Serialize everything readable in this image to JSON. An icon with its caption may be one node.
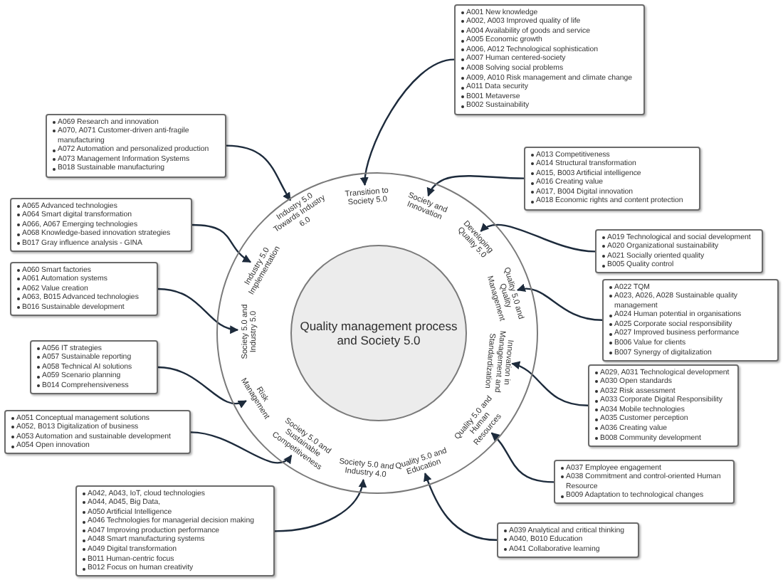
{
  "diagram": {
    "nodes": [
      {
        "text": [],
        "shape": "circle"
      },
      {
        "text": [
          "Quality management process and Society 5.0"
        ],
        "in": 0
      },
      {
        "text": [
          "Transition to Society 5.0"
        ],
        "in": 0
      },
      {
        "text": [
          "Society and Innovation"
        ],
        "in": 0
      },
      {
        "text": [
          "Developing Quality 5.0"
        ],
        "in": 0
      },
      {
        "text": [
          "Quality 5.0 and Quality Management"
        ],
        "in": 0
      },
      {
        "text": [
          "Innovation in Management and Standardization"
        ],
        "in": 0
      },
      {
        "text": [
          "Quality 5.0 and Human Resources"
        ],
        "in": 0
      },
      {
        "text": [
          "Quality 5.0 and Education"
        ],
        "in": 0
      },
      {
        "text": [
          "Society 5.0 and Industry 4.0"
        ],
        "in": 0
      },
      {
        "text": [
          "Society 5.0 and Sustainable Competitiveness"
        ],
        "in": 0
      },
      {
        "text": [
          "Risk Management"
        ],
        "in": 0
      },
      {
        "text": [
          "Society 5.0 and Industry 5.0"
        ],
        "in": 0
      },
      {
        "text": [
          "Industry 5.0 Implementation"
        ],
        "in": 0
      },
      {
        "text": [
          "Industry 5.0 Towards Industry 6.0"
        ],
        "in": 0
      },
      {
        "text": [
          "A001 New knowledge",
          "A002, A003 Improved quality of life",
          "A004 Availability of goods and service",
          "A005 Economic growth",
          "A006, A012 Technological sophistication",
          "A007 Human centered-society",
          "A008 Solving social problems",
          "A009, A010 Risk management and climate change",
          "A011 Data security",
          "B001 Metaverse",
          "B002 Sustainability"
        ]
      },
      {
        "text": [
          "A013 Competitiveness",
          "A014 Structural transformation",
          "A015, B003 Artificial intelligence",
          "A016 Creating value",
          "A017, B004 Digital innovation",
          "A018 Economic rights and content protection"
        ]
      },
      {
        "text": [
          "A019 Technological and social development",
          "A020 Organizational sustainability",
          "A021 Socially oriented quality",
          "B005 Quality control"
        ]
      },
      {
        "text": [
          "A022 TQM",
          "A023, A026, A028 Sustainable quality management",
          "A024 Human potential in organisations",
          "A025 Corporate social responsibility",
          "A027 Improved business performance",
          "B006 Value for clients",
          "B007 Synergy of digitalization"
        ]
      },
      {
        "text": [
          "A029, A031 Technological development",
          "A030 Open standards",
          "A032 Risk assessment",
          "A033 Corporate Digital Responsibility",
          "A034 Mobile technologies",
          "A035 Customer perception",
          "A036 Creating value",
          "B008 Community development"
        ]
      },
      {
        "text": [
          "A037 Employee engagement",
          "A038 Commitment and control-oriented Human Resource",
          "B009 Adaptation to technological changes"
        ]
      },
      {
        "text": [
          "A039 Analytical and critical thinking",
          "A040, B010 Education",
          "A041 Collaborative learning"
        ]
      },
      {
        "text": [
          "A042, A043, IoT, cloud technologies",
          "A044, A045, Big Data,",
          "A050 Artificial Intelligence",
          "A046 Technologies for managerial decision making",
          "A047 Improving production performance",
          "A048 Smart manufacturing systems",
          "A049 Digital transformation",
          "B011 Human-centric focus",
          "B012 Focus on human creativity"
        ]
      },
      {
        "text": [
          "A051 Conceptual management solutions",
          "A052, B013 Digitalization of business",
          "A053 Automation and sustainable development",
          "A054 Open innovation"
        ]
      },
      {
        "text": [
          "A056 IT strategies",
          "A057 Sustainable reporting",
          "A058 Technical AI solutions",
          "A059 Scenario planning",
          "B014 Comprehensiveness"
        ]
      },
      {
        "text": [
          "A060 Smart factories",
          "A061 Automation systems",
          "A062 Value creation",
          "A063, B015 Advanced technologies",
          "B016 Sustainable development"
        ]
      },
      {
        "text": [
          "A065 Advanced technologies",
          "A064 Smart digital transformation",
          "A066, A067 Emerging technologies",
          "A068 Knowledge-based innovation strategies",
          "B017 Gray influence analysis - GINA"
        ]
      },
      {
        "text": [
          "A069 Research and innovation",
          "A070, A071 Customer-driven anti-fragile manufacturing",
          "A072 Automation and personalized production",
          "A073 Management Information Systems",
          "B018 Sustainable manufacturing"
        ]
      }
    ],
    "edges": [
      {
        "from": 15,
        "to": 2,
        "arrow": "to"
      },
      {
        "from": 16,
        "to": 3,
        "arrow": "to"
      },
      {
        "from": 17,
        "to": 4,
        "arrow": "to"
      },
      {
        "from": 18,
        "to": 5,
        "arrow": "to"
      },
      {
        "from": 19,
        "to": 6,
        "arrow": "to"
      },
      {
        "from": 20,
        "to": 7,
        "arrow": "to"
      },
      {
        "from": 21,
        "to": 8,
        "arrow": "to"
      },
      {
        "from": 22,
        "to": 9,
        "arrow": "to"
      },
      {
        "from": 23,
        "to": 10,
        "arrow": "to"
      },
      {
        "from": 24,
        "to": 11,
        "arrow": "to"
      },
      {
        "from": 25,
        "to": 12,
        "arrow": "to"
      },
      {
        "from": 26,
        "to": 13,
        "arrow": "to"
      },
      {
        "from": 27,
        "to": 14,
        "arrow": "to"
      }
    ]
  }
}
